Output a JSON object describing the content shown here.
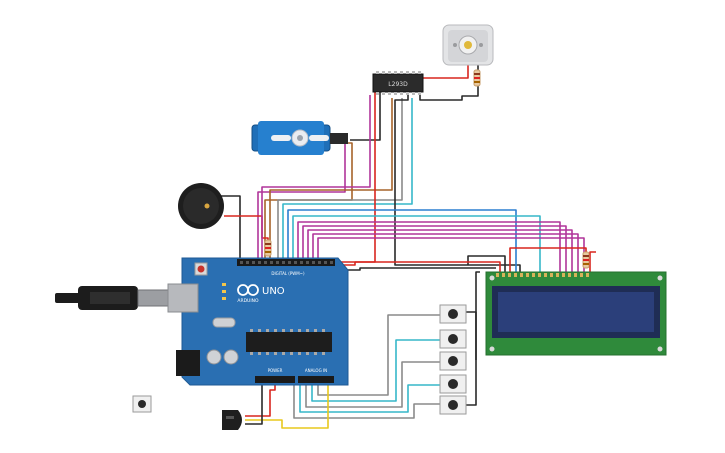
{
  "arduino": {
    "logo": "UNO",
    "brand_sub": "ARDUINO",
    "digital_label": "DIGITAL (PWM~)",
    "power_label": "POWER",
    "analog_label": "ANALOG IN"
  },
  "driver_chip": {
    "label": "L293D"
  },
  "colors": {
    "board": "#2a6fb2",
    "lcd_pcb": "#2f8a3b",
    "lcd_screen": "#2b3f7a",
    "servo": "#1f6fb8",
    "wire_red": "#d8261f",
    "wire_black": "#2a2a2a",
    "wire_magenta": "#b0359a",
    "wire_cyan": "#36b7c9",
    "wire_blue": "#2b7fd0",
    "wire_gray": "#8a8a8a",
    "wire_brown": "#a6632a",
    "wire_yellow": "#e8c81d"
  }
}
